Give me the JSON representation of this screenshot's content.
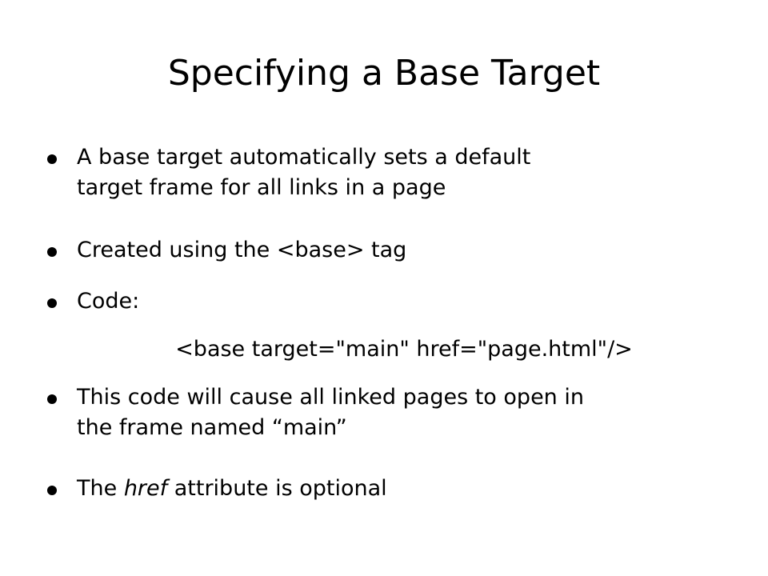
{
  "slide": {
    "title": "Specifying a Base Target",
    "bullets": [
      {
        "line1": "A base target automatically sets a default",
        "line2": "target frame for all links in a page"
      },
      {
        "line1": "Created using the <base> tag"
      },
      {
        "line1": "Code:"
      },
      {
        "line1": "This code will cause all linked pages to open in",
        "line2": "the frame named “main”"
      },
      {
        "pre": "The ",
        "emph": "href",
        "post": " attribute is optional"
      }
    ],
    "code_line": "<base target=\"main\" href=\"page.html\"/>"
  }
}
